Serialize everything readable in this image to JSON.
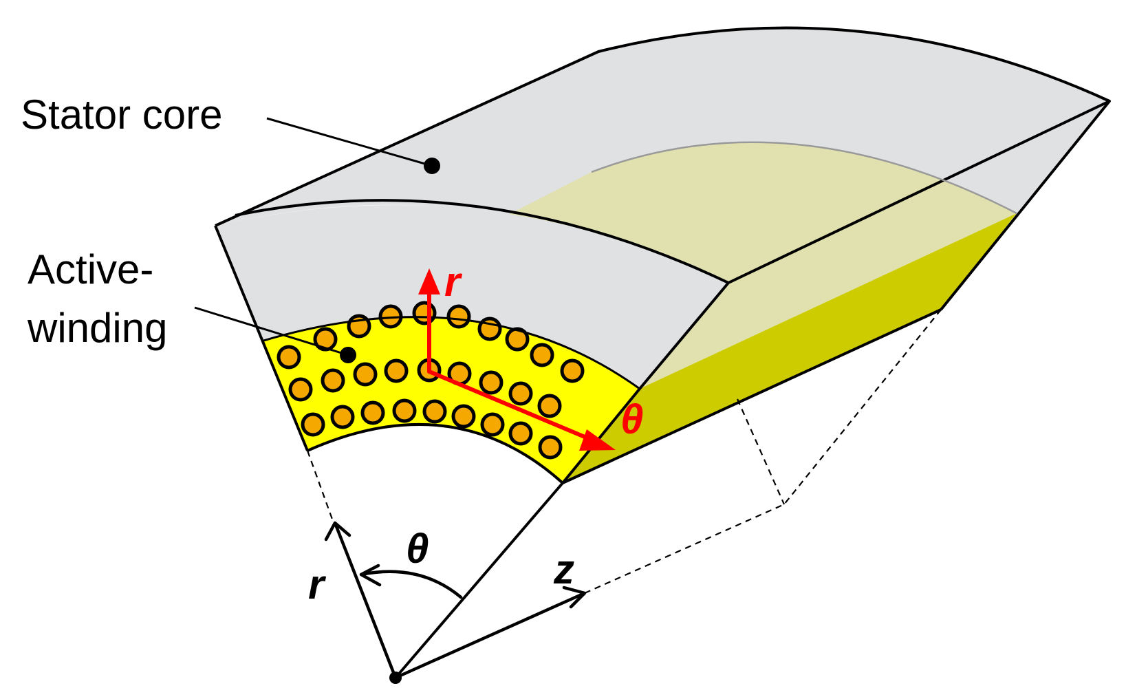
{
  "labels": {
    "stator_core": "Stator core",
    "active_winding_line1": "Active-",
    "active_winding_line2": "winding"
  },
  "axes": {
    "global_r": "r",
    "global_theta": "θ",
    "global_z": "z",
    "local_r": "r",
    "local_theta": "θ"
  },
  "colors": {
    "stator_fill": "#e0e1e3",
    "winding_fill": "#ffff00",
    "winding_top_fill": "#e1e1b0",
    "winding_side_fill": "#cccc00",
    "conductor_fill": "#f5a800",
    "local_axis": "#ff0000",
    "outline": "#000000"
  }
}
